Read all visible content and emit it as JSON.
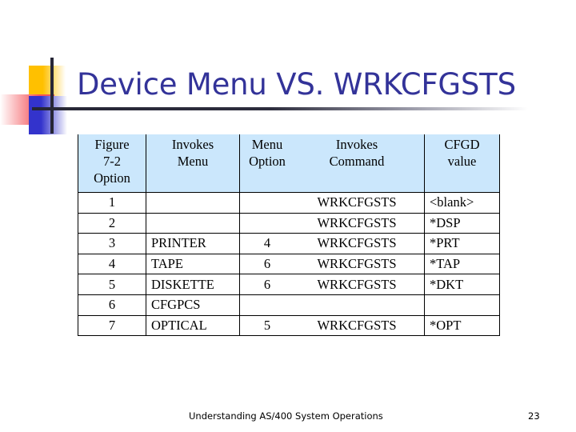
{
  "slide": {
    "title": "Device Menu VS. WRKCFGSTS",
    "title_color": "#333399",
    "background": "#ffffff"
  },
  "logo": {
    "yellow_color": "#FFC000",
    "red_color": "#F3545A",
    "blue_color": "#3333CC",
    "rule_color": "#262636"
  },
  "table": {
    "header_bg": "#CBE7FC",
    "border_color": "#000000",
    "headers": {
      "col1": "Figure 7-2 Option",
      "col1_lines": [
        "Figure",
        "7-2",
        "Option"
      ],
      "col2": "Invokes Menu",
      "col2_lines": [
        "Invokes",
        "Menu"
      ],
      "col3": "Menu Option",
      "col3_lines": [
        "Menu",
        "Option"
      ],
      "col4": "Invokes Command",
      "col4_lines": [
        "Invokes",
        "Command"
      ],
      "col5": "CFGD value",
      "col5_lines": [
        "CFGD",
        "value"
      ]
    },
    "rows": [
      {
        "option": "1",
        "menu": "",
        "menu_option": "",
        "command": "WRKCFGSTS",
        "cfgd": "<blank>"
      },
      {
        "option": "2",
        "menu": "",
        "menu_option": "",
        "command": "WRKCFGSTS",
        "cfgd": "*DSP"
      },
      {
        "option": "3",
        "menu": "PRINTER",
        "menu_option": "4",
        "command": "WRKCFGSTS",
        "cfgd": "*PRT"
      },
      {
        "option": "4",
        "menu": "TAPE",
        "menu_option": "6",
        "command": "WRKCFGSTS",
        "cfgd": "*TAP"
      },
      {
        "option": "5",
        "menu": "DISKETTE",
        "menu_option": "6",
        "command": "WRKCFGSTS",
        "cfgd": "*DKT"
      },
      {
        "option": "6",
        "menu": "CFGPCS",
        "menu_option": "",
        "command": "",
        "cfgd": ""
      },
      {
        "option": "7",
        "menu": "OPTICAL",
        "menu_option": "5",
        "command": "WRKCFGSTS",
        "cfgd": "*OPT"
      }
    ]
  },
  "footer": {
    "text": "Understanding AS/400 System Operations",
    "page_number": "23"
  }
}
